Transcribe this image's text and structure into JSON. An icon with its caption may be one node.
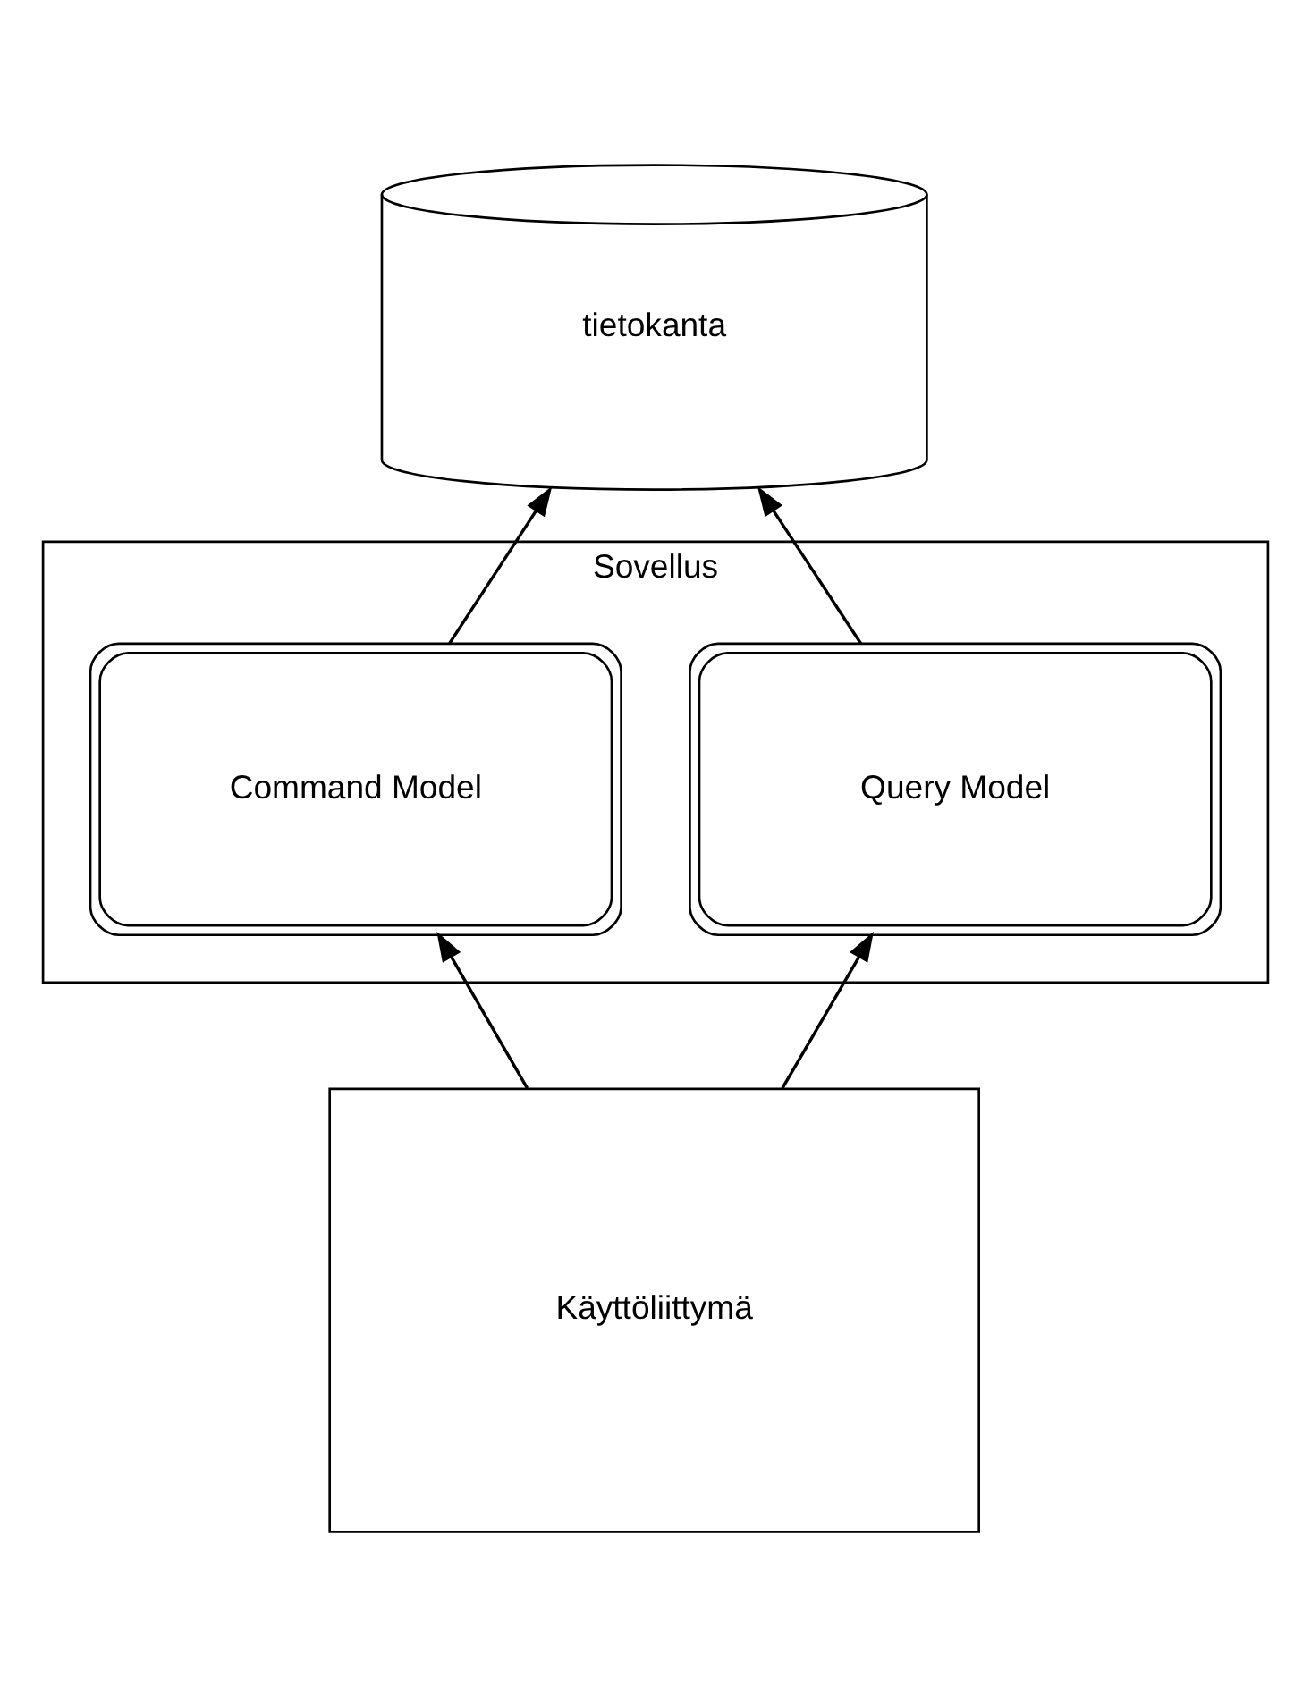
{
  "diagram": {
    "nodes": [
      {
        "text": [
          "tietokanta"
        ]
      },
      {
        "text": [
          "Sovellus"
        ]
      },
      {
        "text": [
          "Query Model"
        ],
        "in": 1
      },
      {
        "text": [
          "Command Model"
        ],
        "in": 1
      },
      {
        "text": [
          "Käyttöliittymä"
        ]
      }
    ],
    "edges": [
      {
        "from": 2,
        "to": 0,
        "arrow": "to"
      },
      {
        "from": 3,
        "to": 0,
        "arrow": "to"
      },
      {
        "from": 4,
        "to": 2,
        "arrow": "to"
      },
      {
        "from": 4,
        "to": 3,
        "arrow": "to"
      }
    ]
  }
}
